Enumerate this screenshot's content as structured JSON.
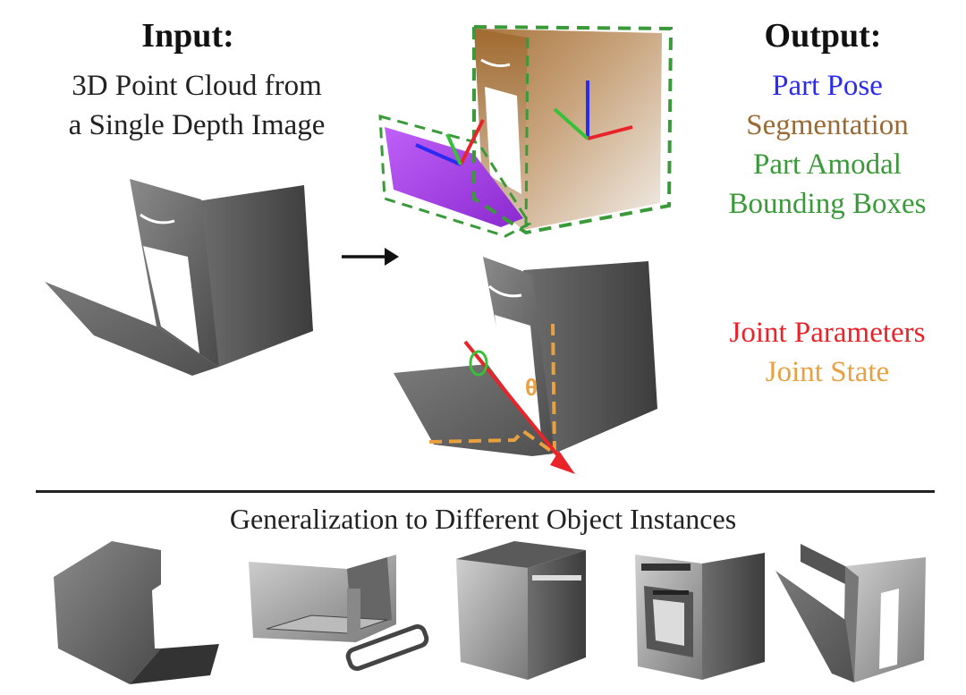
{
  "input": {
    "heading": "Input:",
    "description_lines": [
      "3D Point Cloud from",
      "a Single Depth Image"
    ]
  },
  "output": {
    "heading": "Output:",
    "items": [
      {
        "text": "Part Pose",
        "color": "#2b2bf0"
      },
      {
        "text": "Segmentation",
        "color": "#9a6a35"
      },
      {
        "text": "Part Amodal",
        "color": "#3a9a3a"
      },
      {
        "text": "Bounding Boxes",
        "color": "#3a9a3a"
      }
    ],
    "joint_items": [
      {
        "text": "Joint Parameters",
        "color": "#e8242a"
      },
      {
        "text": "Joint State",
        "color": "#e8a040"
      }
    ]
  },
  "joint_state_symbol": "θ",
  "generalization": {
    "title": "Generalization to Different Object Instances"
  },
  "colors": {
    "part_pose_blue": "#2b2bf0",
    "segmentation_brown": "#9a6a35",
    "segmentation_purple": "#b13ef0",
    "bbox_green": "#3a9a3a",
    "joint_red": "#e8242a",
    "joint_orange": "#e8a040",
    "point_gray": "#666666"
  },
  "icons": [
    "arrow-right-icon",
    "coordinate-axes-icon",
    "rotation-icon"
  ]
}
